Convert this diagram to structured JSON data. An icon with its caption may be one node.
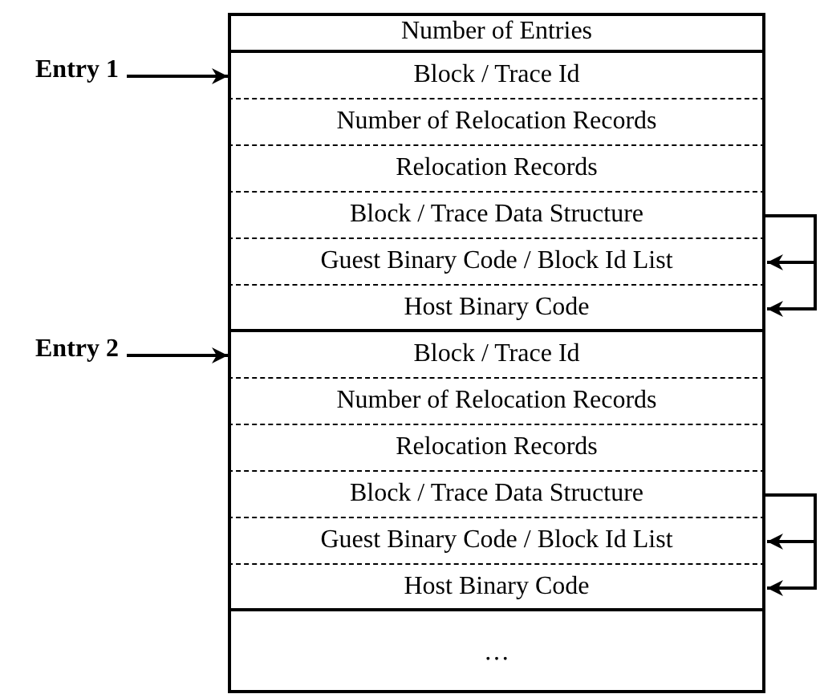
{
  "diagram": {
    "nodes": [
      {
        "text": [
          "Number of Entries"
        ]
      },
      {
        "text": [
          "Entry 1"
        ]
      },
      {
        "text": [
          "Block / Trace Id"
        ]
      },
      {
        "text": [
          "Number of Relocation Records"
        ]
      },
      {
        "text": [
          "Relocation Records"
        ]
      },
      {
        "text": [
          "Block / Trace Data Structure"
        ]
      },
      {
        "text": [
          "Guest Binary Code / Block Id List"
        ]
      },
      {
        "text": [
          "Host Binary Code"
        ]
      },
      {
        "text": [
          "Entry 2"
        ]
      },
      {
        "text": [
          "Block / Trace Id"
        ]
      },
      {
        "text": [
          "Number of Relocation Records"
        ]
      },
      {
        "text": [
          "Relocation Records"
        ]
      },
      {
        "text": [
          "Block / Trace Data Structure"
        ]
      },
      {
        "text": [
          "Guest Binary Code / Block Id List"
        ]
      },
      {
        "text": [
          "Host Binary Code"
        ]
      },
      {
        "text": [
          "…"
        ]
      }
    ],
    "edges": [
      {
        "from": 1,
        "to": 2,
        "arrow": "to"
      },
      {
        "from": 5,
        "to": 6,
        "arrow": "to"
      },
      {
        "from": 5,
        "to": 7,
        "arrow": "to"
      },
      {
        "from": 8,
        "to": 9,
        "arrow": "to"
      },
      {
        "from": 12,
        "to": 13,
        "arrow": "to"
      },
      {
        "from": 12,
        "to": 14,
        "arrow": "to"
      }
    ]
  }
}
